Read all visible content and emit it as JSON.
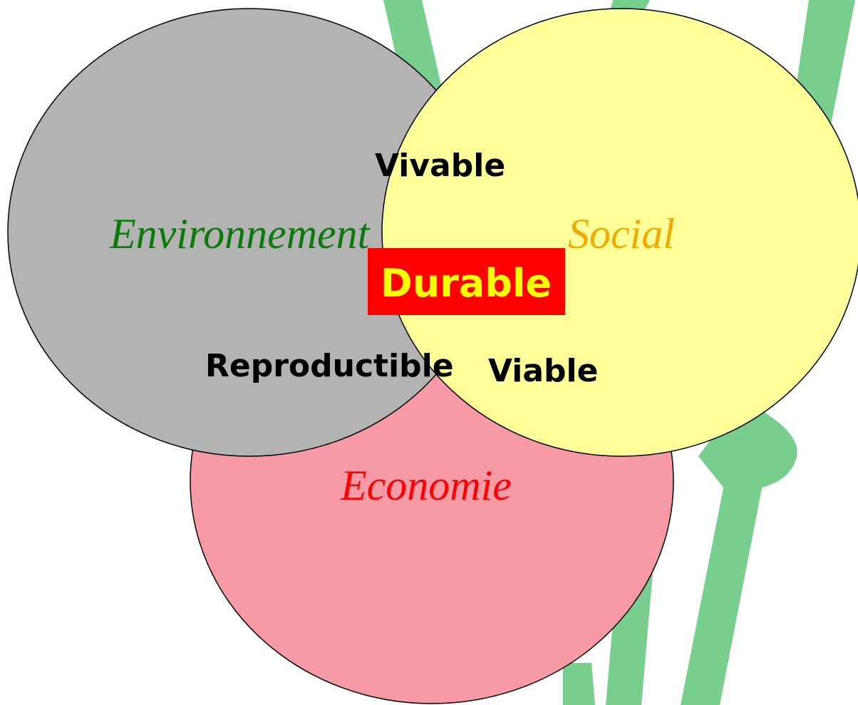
{
  "circles": {
    "environment": {
      "label": "Environnement",
      "fill": "#b3b3b3",
      "text_color": "#0a7a0a"
    },
    "social": {
      "label": "Social",
      "fill": "#ffff99",
      "text_color": "#f2a900"
    },
    "economy": {
      "label": "Economie",
      "fill": "#f79aa6",
      "text_color": "#ff0000"
    }
  },
  "intersections": {
    "environment_social": "Vivable",
    "environment_economy": "Reproductible",
    "social_economy": "Viable"
  },
  "center": {
    "label": "Durable",
    "box_color": "#ff0000",
    "text_color": "#ffff00"
  },
  "background_plant": {
    "color": "#78ce8c"
  },
  "outline_color": "#000000"
}
